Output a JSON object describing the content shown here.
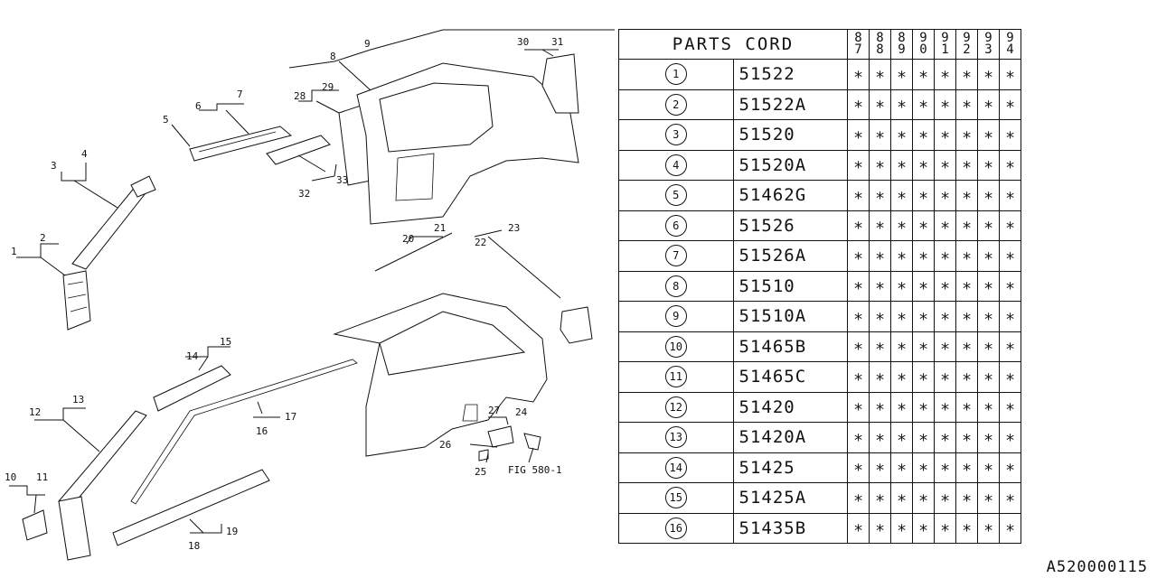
{
  "diagram": {
    "callouts": [
      "1",
      "2",
      "3",
      "4",
      "5",
      "6",
      "7",
      "8",
      "9",
      "10",
      "11",
      "12",
      "13",
      "14",
      "15",
      "16",
      "17",
      "18",
      "19",
      "20",
      "21",
      "22",
      "23",
      "24",
      "25",
      "26",
      "27",
      "28",
      "29",
      "30",
      "31",
      "32",
      "33"
    ],
    "fig_ref": "FIG 580-1"
  },
  "table": {
    "header": "PARTS CORD",
    "years": [
      [
        "8",
        "7"
      ],
      [
        "8",
        "8"
      ],
      [
        "8",
        "9"
      ],
      [
        "9",
        "0"
      ],
      [
        "9",
        "1"
      ],
      [
        "9",
        "2"
      ],
      [
        "9",
        "3"
      ],
      [
        "9",
        "4"
      ]
    ],
    "rows": [
      {
        "no": "1",
        "code": "51522"
      },
      {
        "no": "2",
        "code": "51522A"
      },
      {
        "no": "3",
        "code": "51520"
      },
      {
        "no": "4",
        "code": "51520A"
      },
      {
        "no": "5",
        "code": "51462G"
      },
      {
        "no": "6",
        "code": "51526"
      },
      {
        "no": "7",
        "code": "51526A"
      },
      {
        "no": "8",
        "code": "51510"
      },
      {
        "no": "9",
        "code": "51510A"
      },
      {
        "no": "10",
        "code": "51465B"
      },
      {
        "no": "11",
        "code": "51465C"
      },
      {
        "no": "12",
        "code": "51420"
      },
      {
        "no": "13",
        "code": "51420A"
      },
      {
        "no": "14",
        "code": "51425"
      },
      {
        "no": "15",
        "code": "51425A"
      },
      {
        "no": "16",
        "code": "51435B"
      }
    ],
    "mark": "∗"
  },
  "ref_code": "A520000115"
}
